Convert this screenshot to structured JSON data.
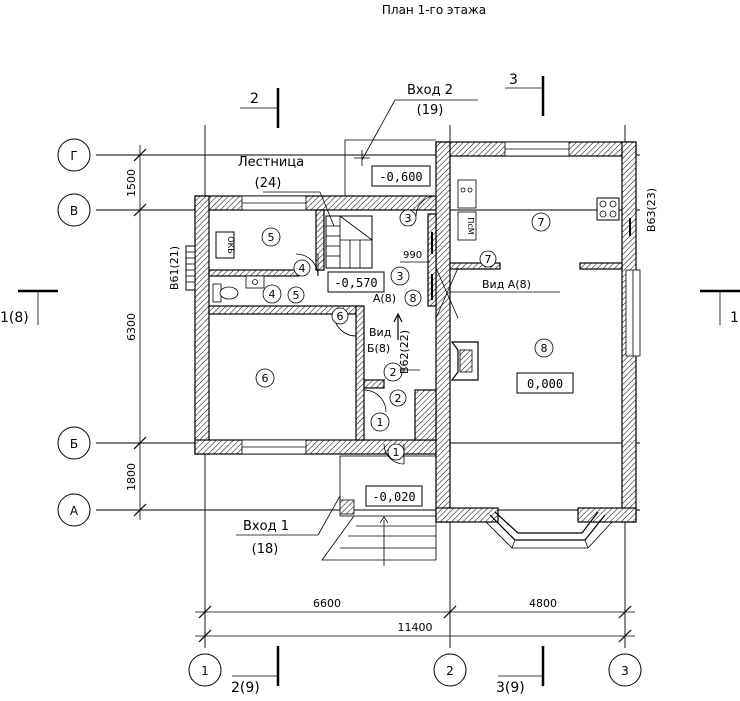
{
  "title": "План 1-го этажа",
  "axes_letters": [
    "Г",
    "В",
    "Б",
    "А"
  ],
  "axes_numbers": [
    "1",
    "2",
    "3"
  ],
  "dims": {
    "v1": "1500",
    "v2": "6300",
    "v3": "1800",
    "h1": "6600",
    "h2": "4800",
    "h_total": "11400",
    "opening": "990"
  },
  "sections": {
    "s2_top": "2",
    "s3_top": "3",
    "s2_bottom": "2(9)",
    "s3_bottom": "3(9)",
    "s1_left": "1(8)",
    "s1_right": "1"
  },
  "labels": {
    "entrance2": "Вход 2",
    "entrance2_ref": "(19)",
    "stair": "Лестница",
    "stair_ref": "(24)",
    "entrance1": "Вход 1",
    "entrance1_ref": "(18)",
    "view_a": "Вид А(8)",
    "view_b_1": "Вид",
    "view_b_2": "Б(8)",
    "view_a_small": "А(8)",
    "b61": "В61(21)",
    "b62": "В62(22)",
    "b63": "В63(23)",
    "okb": "ОКБ",
    "psm": "ПсМ"
  },
  "levels": {
    "l_top": "-0,600",
    "l_stair": "-0,570",
    "l_main": "0,000",
    "l_porch": "-0,020"
  },
  "rooms": {
    "r5": "5",
    "r7": "7",
    "r8": "8",
    "r6": "6",
    "r3": "3",
    "r2": "2",
    "r1": "1",
    "r4": "4"
  },
  "doors": {
    "d3a": "3",
    "d3b": "3",
    "d4a": "4",
    "d4b": "4",
    "d5": "5",
    "d6": "6",
    "d7": "7",
    "d8": "8",
    "d2": "2",
    "d1a": "1",
    "d1b": "1"
  }
}
